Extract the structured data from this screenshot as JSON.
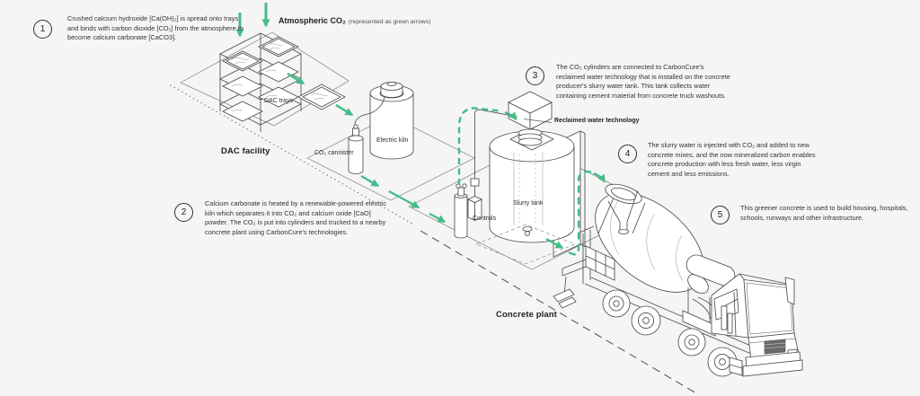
{
  "colors": {
    "background": "#f5f5f6",
    "line": "#4d4d4d",
    "green": "#44bd87",
    "light_green": "#a9ddc4",
    "text": "#333333"
  },
  "atmosphere": {
    "label": "Atmospheric CO₂",
    "note": "(represented as green arrows)"
  },
  "sections": {
    "dac_facility": "DAC facility",
    "concrete_plant": "Concrete plant"
  },
  "equipment_labels": {
    "dac_trays": "DAC trays",
    "electric_kiln": "Electric kiln",
    "co2_cannister": "CO₂ cannister",
    "controls": "Controls",
    "slurry_tank": "Slurry tank",
    "reclaimed_water": "Reclaimed water technology"
  },
  "steps": [
    {
      "num": "1",
      "text": "Crushed calcium hydroxide [Ca(OH)₂] is spread onto trays and binds with carbon dioxide [CO₂] from the atmosphere to become calcium carbonate [CaCO3]."
    },
    {
      "num": "2",
      "text": "Calcium carbonate is heated by a renewable-powered electric kiln which separates it into CO₂ and calcium oxide [CaO] powder. The CO₂ is put into cylinders and trucked to a nearby concrete plant using CarbonCure's technologies."
    },
    {
      "num": "3",
      "text": "The CO₂ cylinders are connected to CarbonCure's reclaimed water technology that is installed on the concrete producer's slurry water tank. This tank collects water containing cement material from concrete truck washouts."
    },
    {
      "num": "4",
      "text": "The slurry water is injected with CO₂ and added to new concrete mixes, and the now mineralized carbon enables concrete production with less fresh water, less virgin cement and less emissions."
    },
    {
      "num": "5",
      "text": "This greener concrete is used to build housing, hospitals, schools, runways and other infrastructure."
    }
  ]
}
